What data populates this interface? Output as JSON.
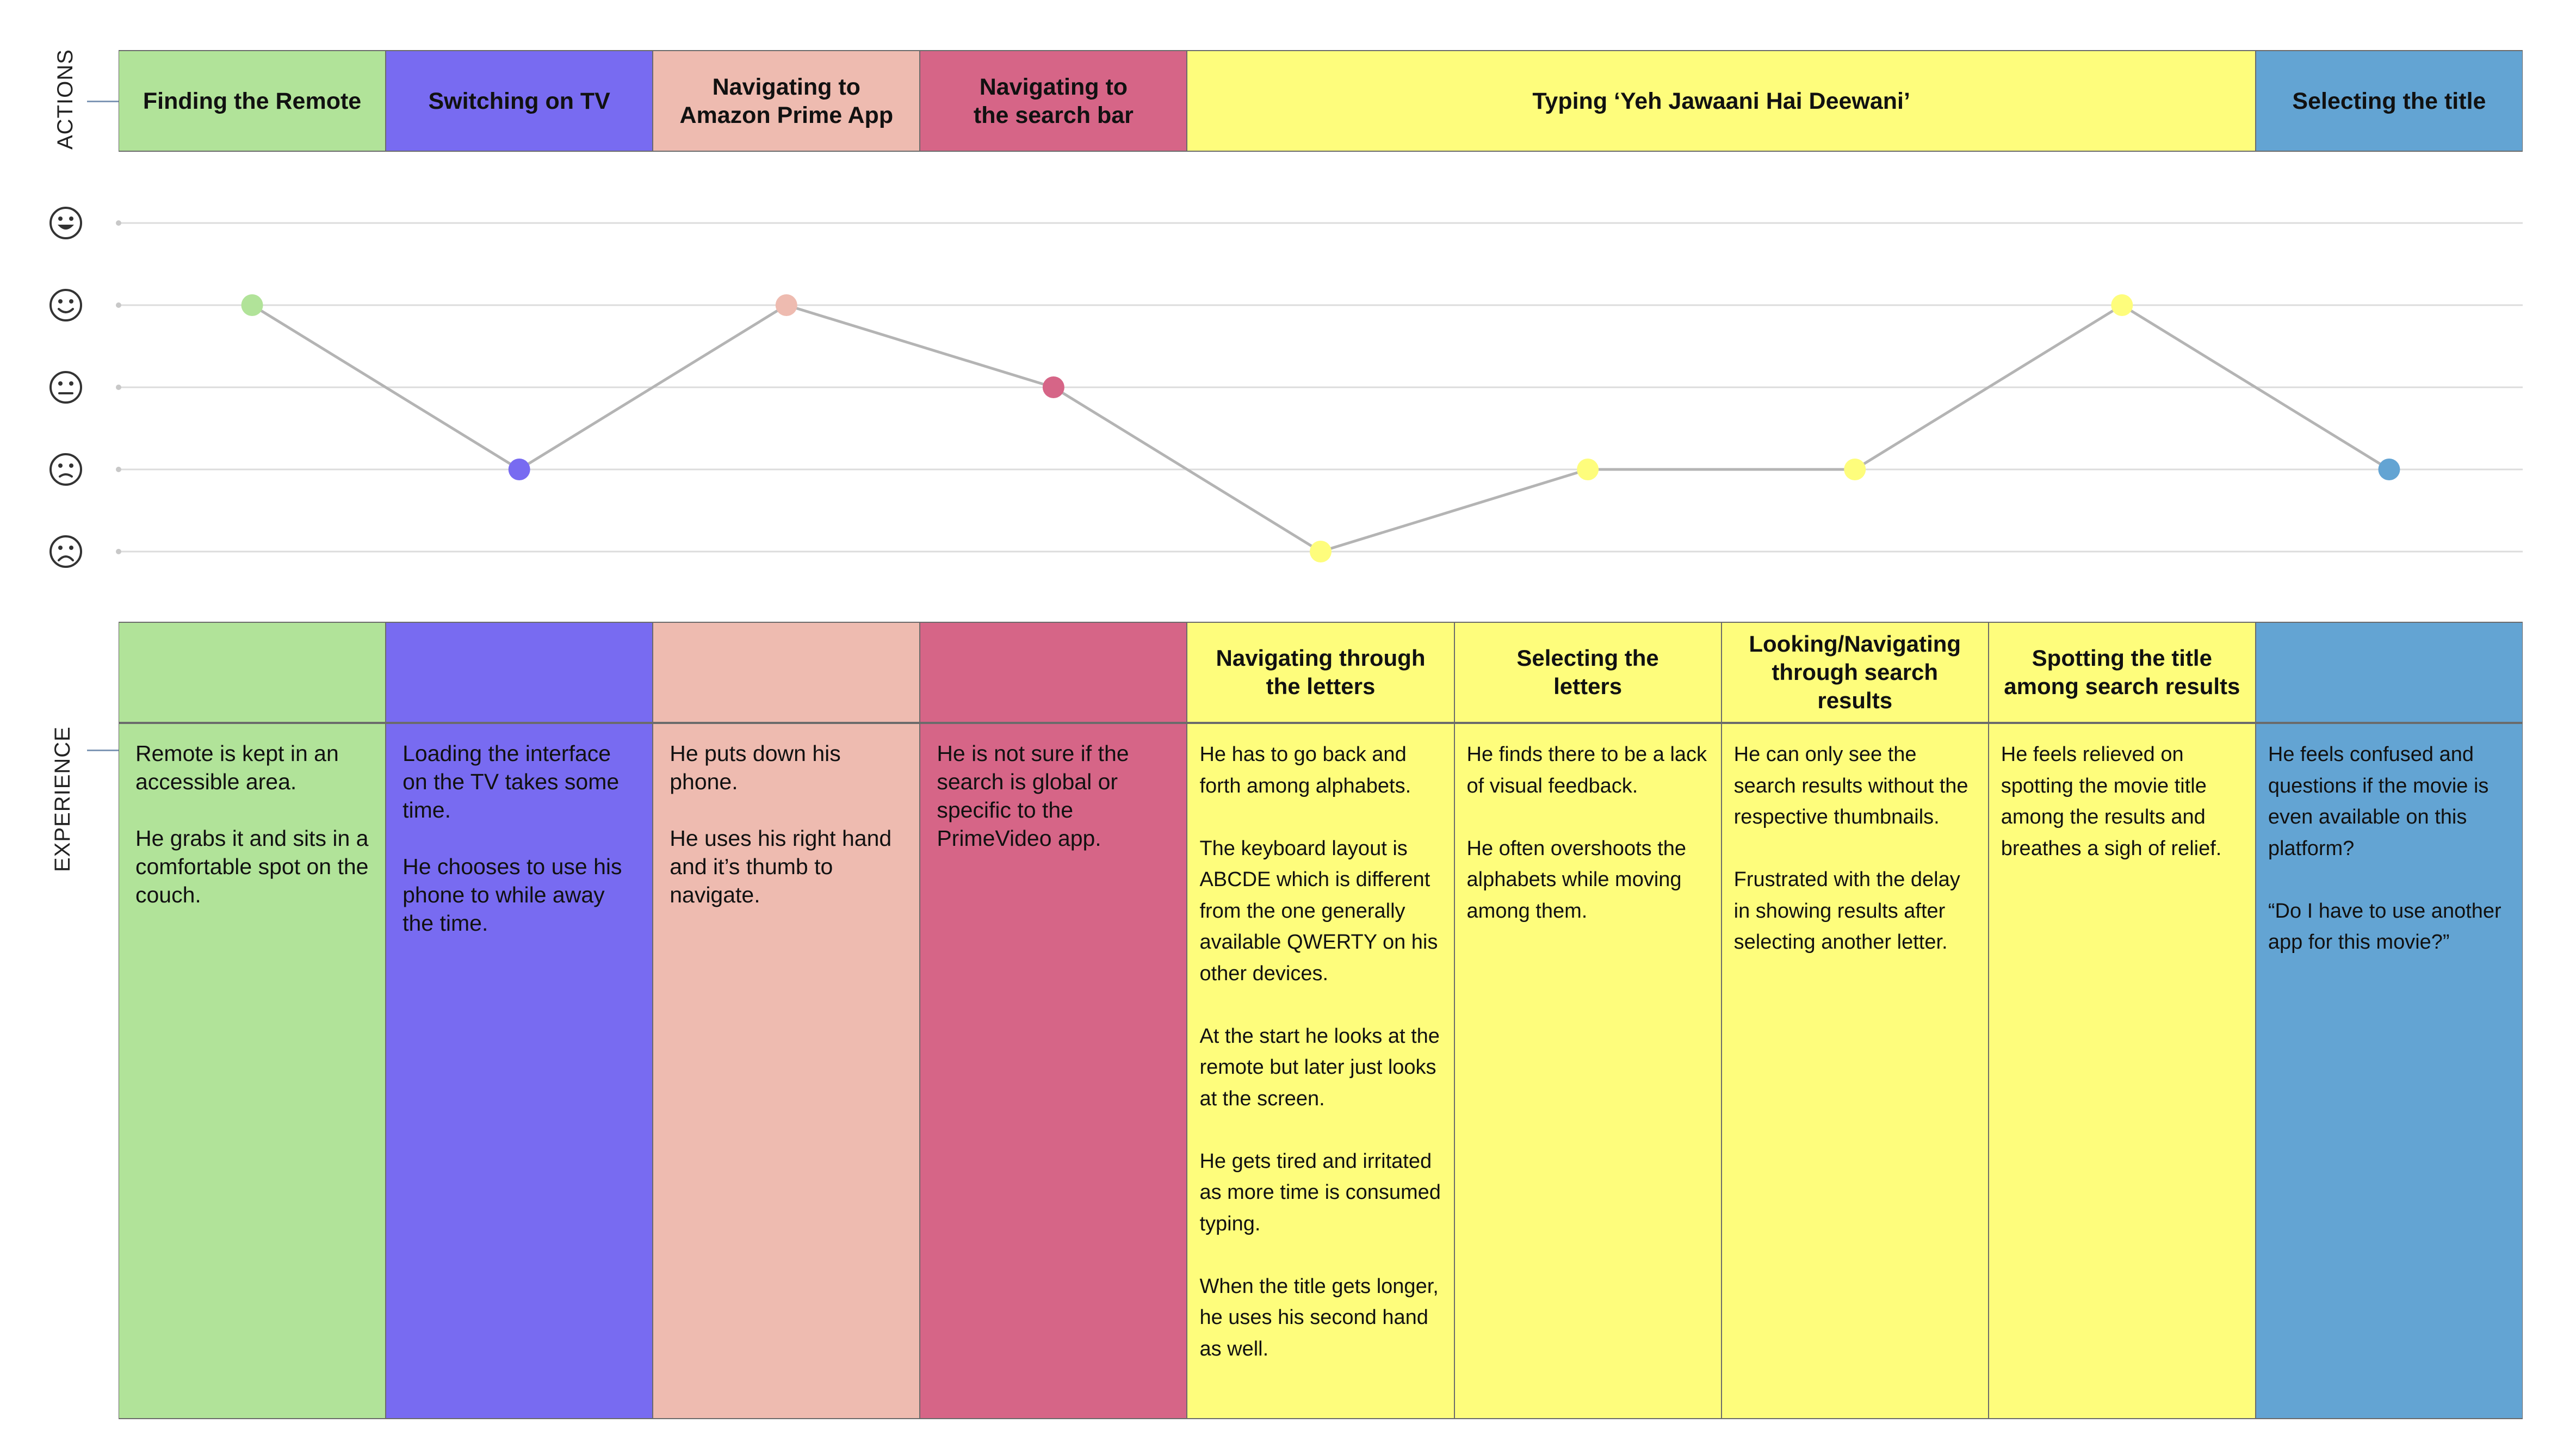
{
  "row_labels": {
    "actions": "ACTIONS",
    "experience": "EXPERIENCE"
  },
  "emotion_scale": [
    "very-happy-face-icon",
    "happy-face-icon",
    "neutral-face-icon",
    "sad-face-icon",
    "very-sad-face-icon"
  ],
  "actions": [
    {
      "label": "Finding the Remote",
      "color": "#b1e399",
      "span": 1
    },
    {
      "label": "Switching on TV",
      "color": "#786bf1",
      "span": 1
    },
    {
      "label": "Navigating to\nAmazon Prime App",
      "color": "#eebbb0",
      "span": 1
    },
    {
      "label": "Navigating to\nthe search bar",
      "color": "#d66587",
      "span": 1
    },
    {
      "label": "Typing ‘Yeh Jawaani Hai Deewani’",
      "color": "#fefd7c",
      "span": 4
    },
    {
      "label": "Selecting the title",
      "color": "#63a4d3",
      "span": 1
    }
  ],
  "chart_data": {
    "type": "line",
    "x": [
      1,
      2,
      3,
      4,
      5,
      6,
      7,
      8,
      9
    ],
    "y": [
      4,
      2,
      4,
      3,
      1,
      2,
      2,
      4,
      2
    ],
    "ylim": [
      1,
      5
    ],
    "point_colors": [
      "#b1e399",
      "#786bf1",
      "#eebbb0",
      "#d66587",
      "#fefd7c",
      "#fefd7c",
      "#fefd7c",
      "#fefd7c",
      "#63a4d3"
    ],
    "line_color": "#b4b4b4"
  },
  "experience": [
    {
      "header": "",
      "color": "#b1e399",
      "size": "normal",
      "body": "Remote is kept in an accessible area.\n\nHe grabs it and sits in a comfortable spot on the couch."
    },
    {
      "header": "",
      "color": "#786bf1",
      "size": "normal",
      "body": "Loading the interface on the TV takes some time.\n\nHe chooses to use his phone to while away the time."
    },
    {
      "header": "",
      "color": "#eebbb0",
      "size": "normal",
      "body": "He puts down his phone.\n\nHe uses his right hand and it’s thumb to navigate."
    },
    {
      "header": "",
      "color": "#d66587",
      "size": "normal",
      "body": "He is not sure if the search is global or specific to the PrimeVideo app."
    },
    {
      "header": "Navigating through\nthe letters",
      "color": "#fefd7c",
      "size": "small",
      "body": "He has to go back and forth among alphabets.\n\nThe keyboard layout is ABCDE which is different from the one generally available QWERTY on his other devices.\n\nAt the start he looks at the remote but later just looks at the screen.\n\nHe gets tired and irritated as more time is consumed typing.\n\nWhen the title gets longer, he uses his second hand as well."
    },
    {
      "header": "Selecting the\nletters",
      "color": "#fefd7c",
      "size": "small",
      "body": "He finds there to be a lack of visual feedback.\n\nHe often overshoots the alphabets while moving among them."
    },
    {
      "header": "Looking/Navigating\nthrough search results",
      "color": "#fefd7c",
      "size": "small",
      "body": "He can only see the search results without the respective thumbnails.\n\nFrustrated with the delay in showing results after selecting another letter."
    },
    {
      "header": "Spotting the title\namong search results",
      "color": "#fefd7c",
      "size": "small",
      "body": "He feels relieved on spotting the movie title among the results and breathes a sigh of relief."
    },
    {
      "header": "",
      "color": "#63a4d3",
      "size": "small",
      "body": "He feels confused and questions if the movie is even available on this platform?\n\n“Do I have to use another app for this movie?”"
    }
  ]
}
